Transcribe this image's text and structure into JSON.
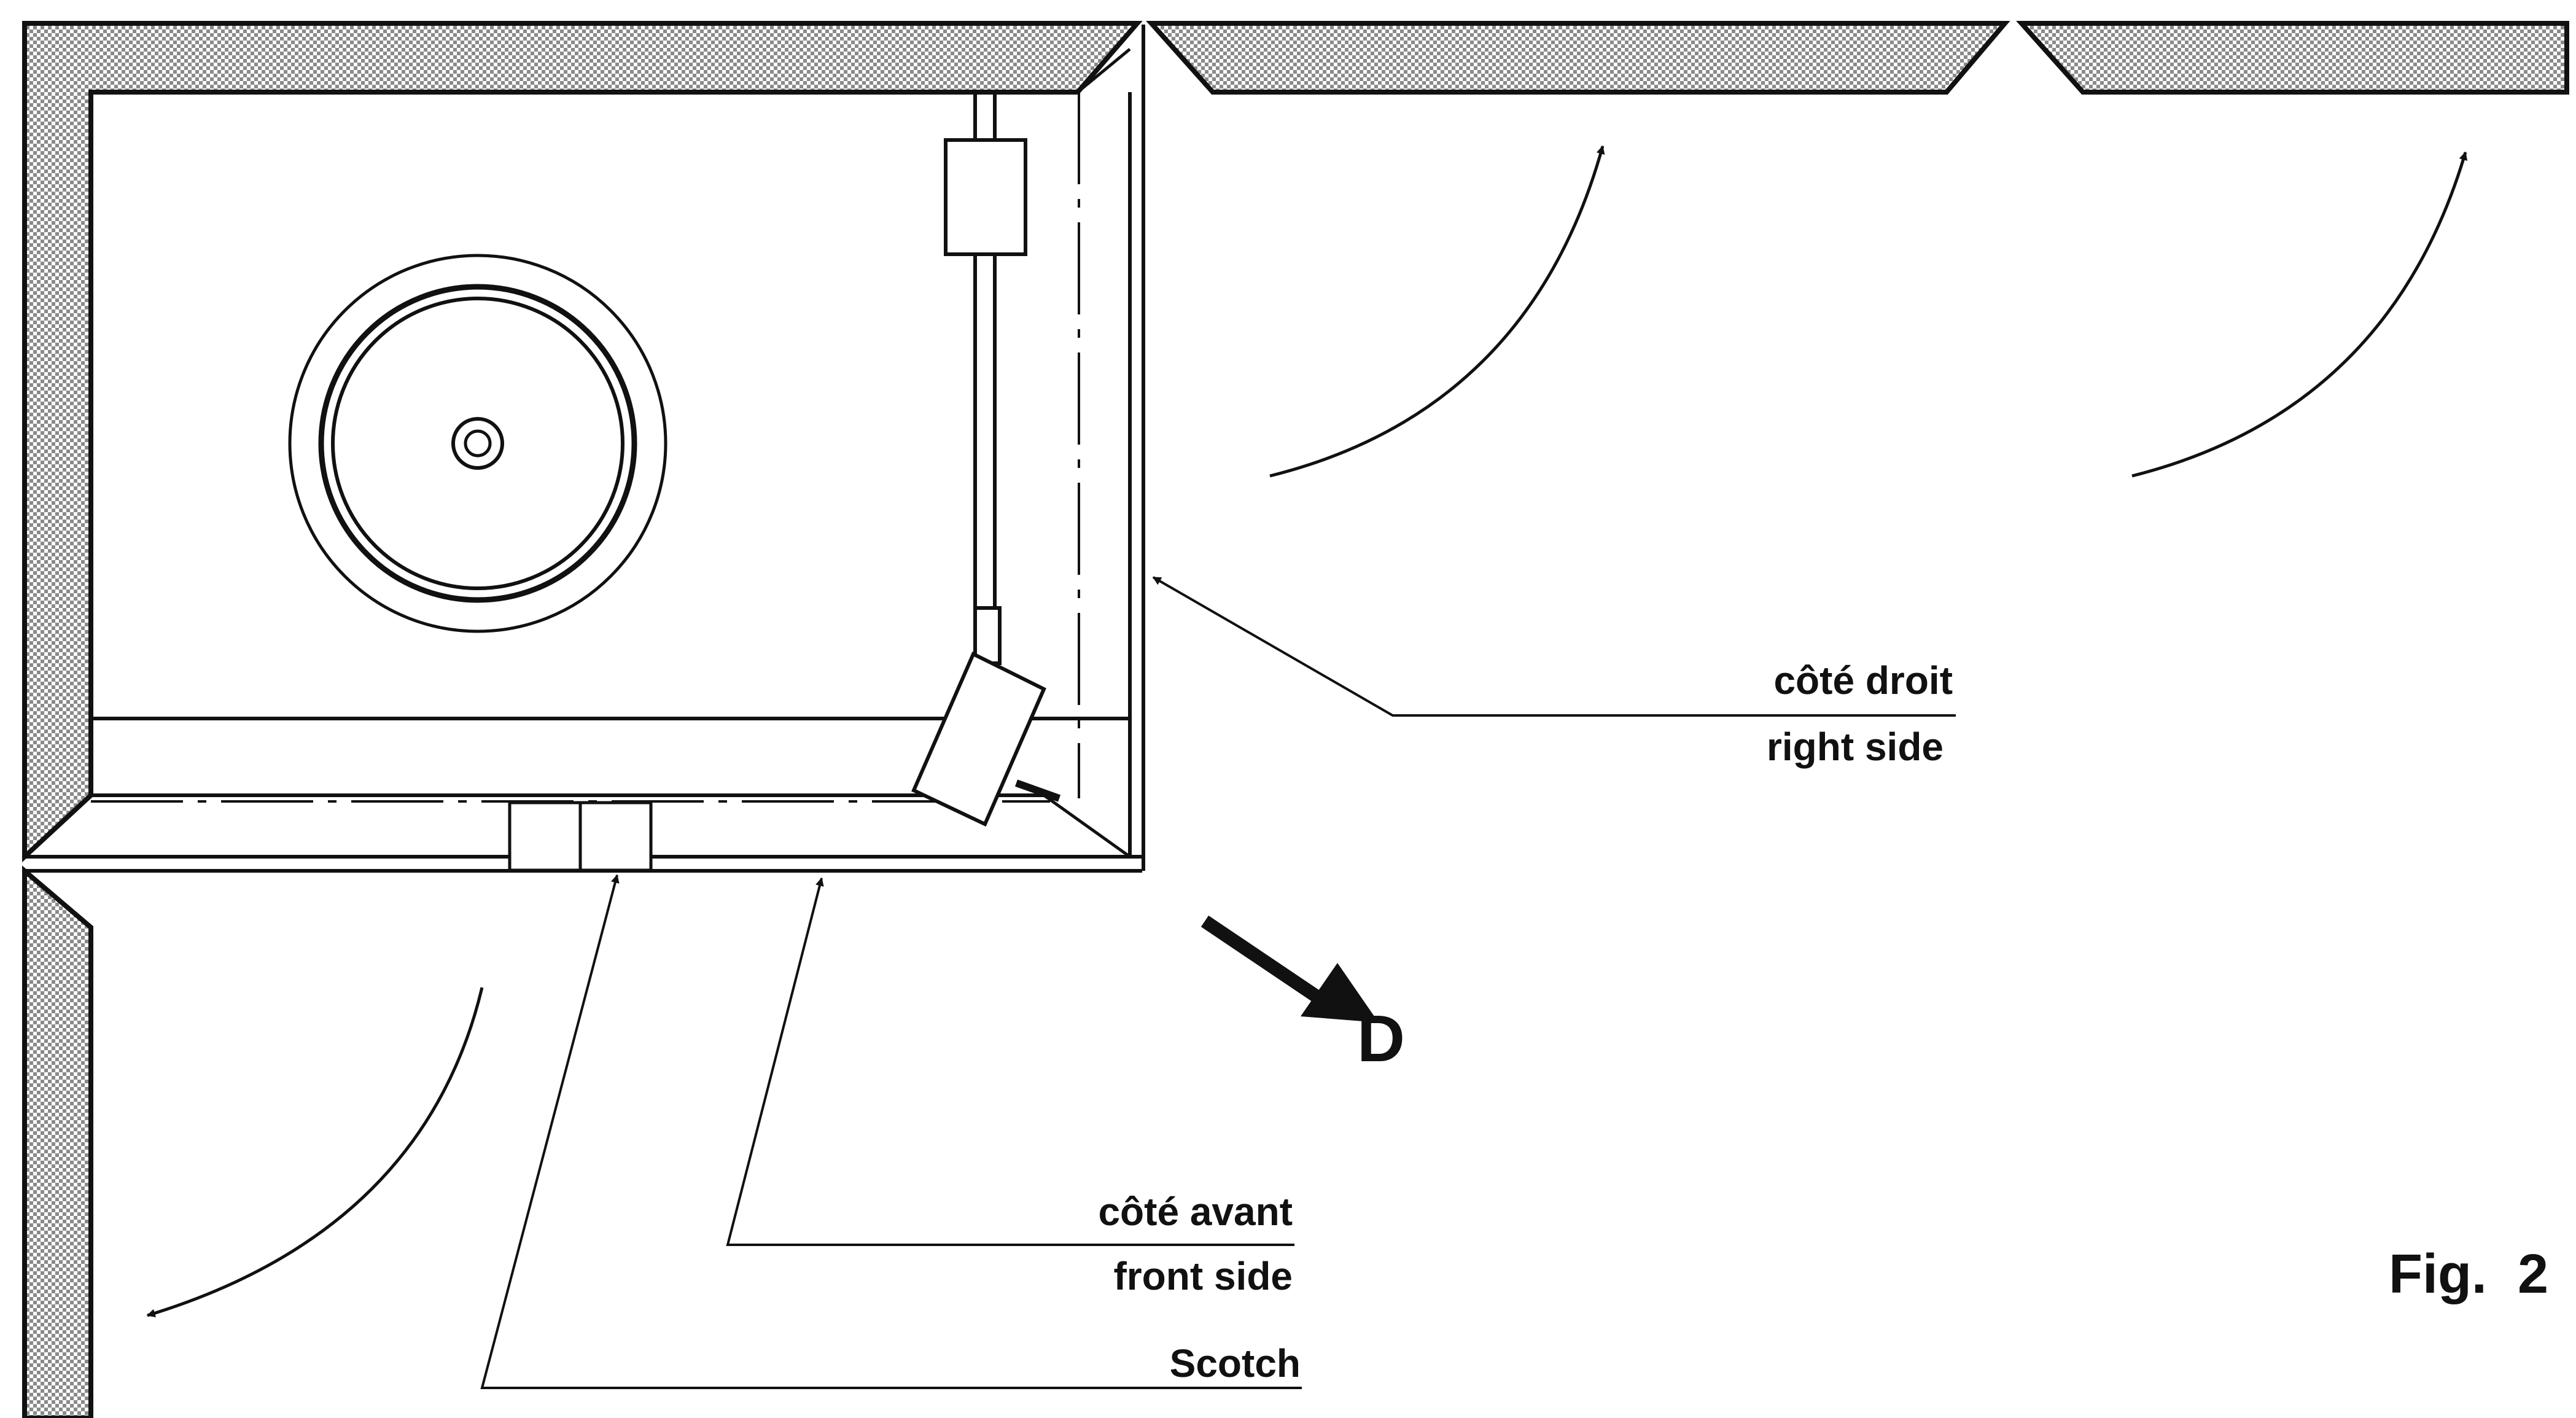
{
  "labels": {
    "right_side_fr": "côté droit",
    "right_side_en": "right side",
    "front_side_fr": "côté avant",
    "front_side_en": "front side",
    "scotch": "Scotch",
    "direction": "D",
    "figure": "Fig.  2"
  },
  "colors": {
    "ink": "#111111",
    "background": "#ffffff",
    "hatch": "#9a9a9a"
  }
}
